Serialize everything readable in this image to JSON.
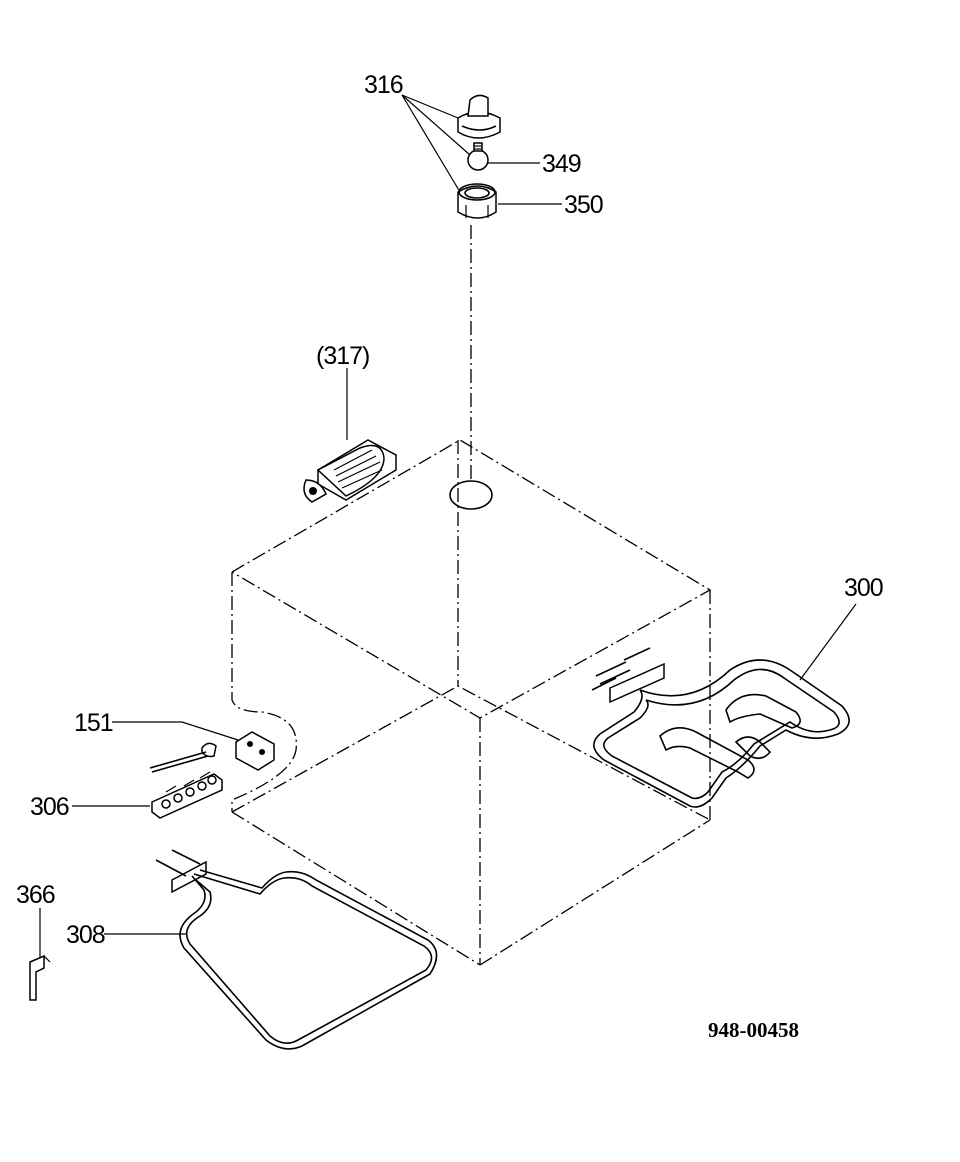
{
  "labels": {
    "p316": "316",
    "p349": "349",
    "p350": "350",
    "p317": "(317)",
    "p300": "300",
    "p151": "151",
    "p306": "306",
    "p366": "366",
    "p308": "308"
  },
  "document_number": "948-00458"
}
